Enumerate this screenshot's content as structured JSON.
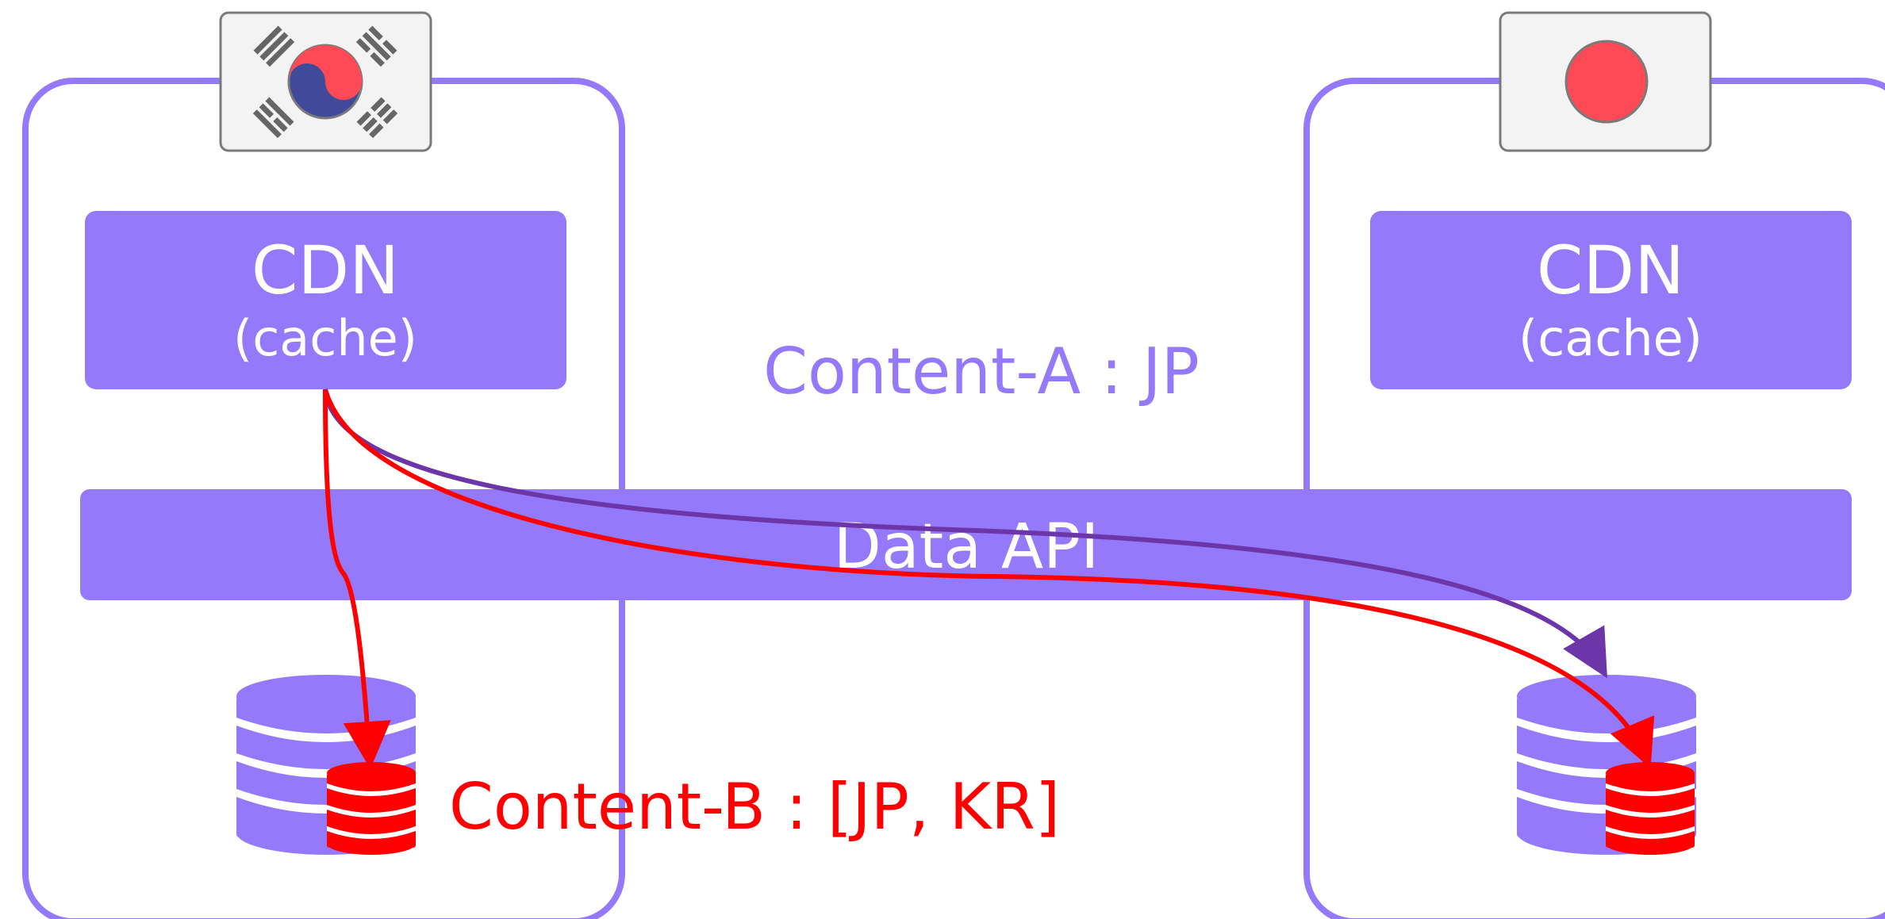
{
  "regions": [
    {
      "id": "korea",
      "flag": "south-korea-flag-icon",
      "cdn": {
        "title": "CDN",
        "subtitle": "(cache)"
      }
    },
    {
      "id": "japan",
      "flag": "japan-flag-icon",
      "cdn": {
        "title": "CDN",
        "subtitle": "(cache)"
      }
    }
  ],
  "data_api": {
    "label": "Data API"
  },
  "labels": {
    "content_a": "Content-A : JP",
    "content_b": "Content-B : [JP, KR]"
  },
  "colors": {
    "primary": "#9479fb",
    "arrow_purple": "#6c36a8",
    "arrow_red": "#ff0000",
    "flag_red": "#ff4a55",
    "flag_blue": "#3f4a9a"
  }
}
